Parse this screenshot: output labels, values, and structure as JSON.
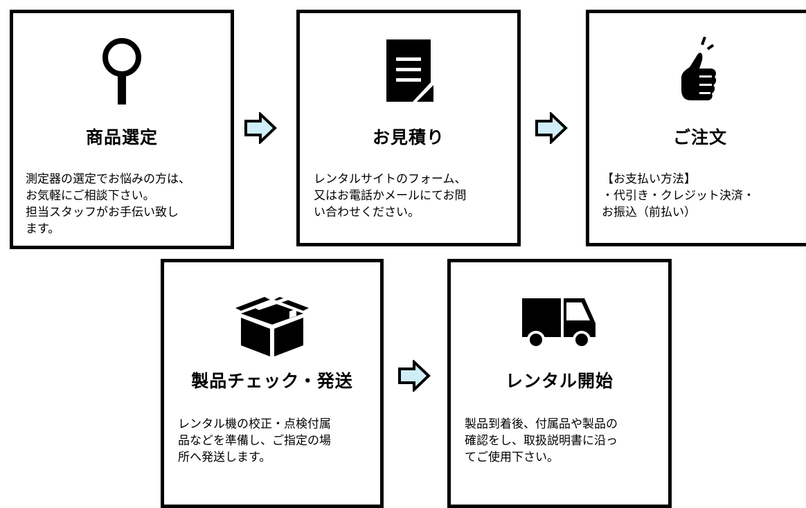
{
  "steps": [
    {
      "icon": "magnifier-icon",
      "title": "商品選定",
      "description": "測定器の選定でお悩みの方は、\nお気軽にご相談下さい。\n担当スタッフがお手伝い致し\nます。"
    },
    {
      "icon": "document-icon",
      "title": "お見積り",
      "description": "レンタルサイトのフォーム、\n又はお電話かメールにてお問\nい合わせください。"
    },
    {
      "icon": "thumbs-up-icon",
      "title": "ご注文",
      "description": "【お支払い方法】\n・代引き・クレジット決済・\nお振込（前払い）"
    },
    {
      "icon": "box-icon",
      "title": "製品チェック・発送",
      "description": "レンタル機の校正・点検付属\n品などを準備し、ご指定の場\n所へ発送します。"
    },
    {
      "icon": "truck-icon",
      "title": "レンタル開始",
      "description": "製品到着後、付属品や製品の\n確認をし、取扱説明書に沿っ\nてご使用下さい。"
    }
  ],
  "colors": {
    "arrow_fill": "#cfeefa",
    "border": "#000000"
  }
}
